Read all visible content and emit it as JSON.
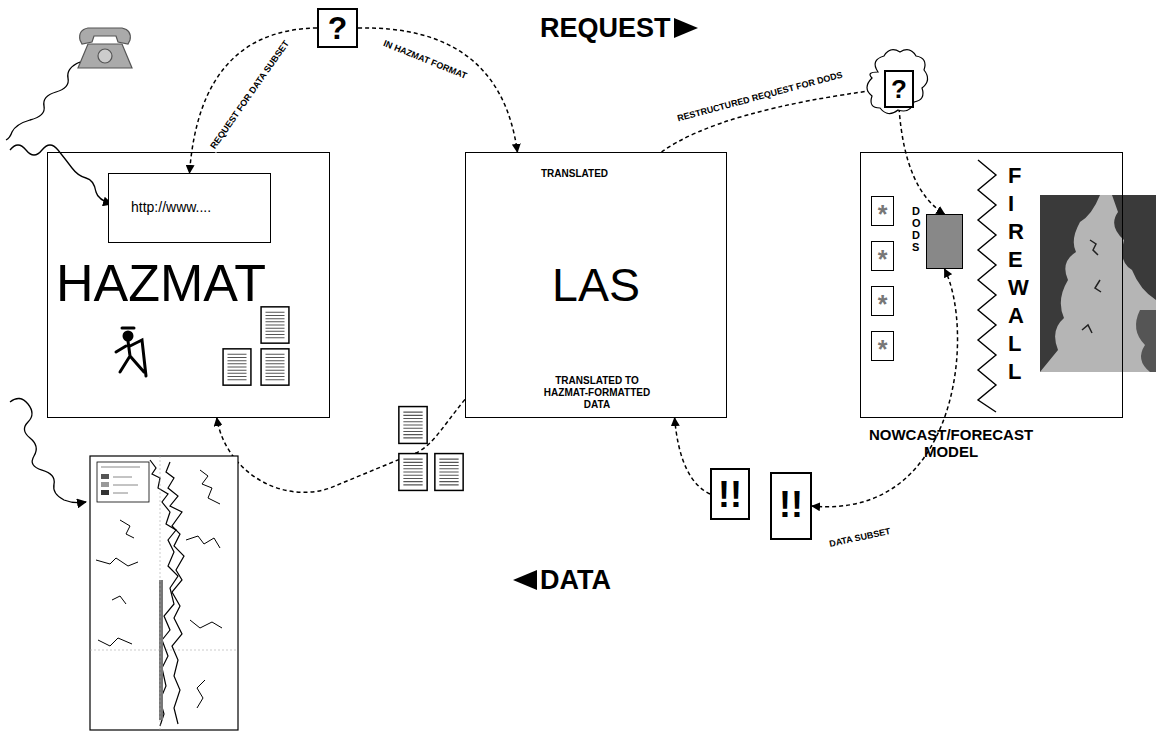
{
  "diagram": {
    "nodes": [
      {
        "text": [
          "HAZMAT"
        ]
      },
      {
        "text": [
          "http://www...."
        ],
        "in": 0
      },
      {
        "text": [
          "?"
        ]
      },
      {
        "text": [
          "LAS",
          "TRANSLATED",
          "TRANSLATED TO HAZMAT-FORMATTED DATA"
        ]
      },
      {
        "text": [
          "?"
        ]
      },
      {
        "text": [
          "NOWCAST/FORECAST MODEL"
        ]
      },
      {
        "text": [
          "*"
        ],
        "in": 5
      },
      {
        "text": [
          "*"
        ],
        "in": 5
      },
      {
        "text": [
          "*"
        ],
        "in": 5
      },
      {
        "text": [
          "*"
        ],
        "in": 5
      },
      {
        "text": [
          "DODS"
        ],
        "in": 5
      },
      {
        "text": [
          "!!"
        ]
      },
      {
        "text": [
          "!!"
        ]
      }
    ],
    "edges": [
      {
        "from": 2,
        "to": 1,
        "arrow": "to",
        "label": "REQUEST FOR DATA SUBSET"
      },
      {
        "from": 2,
        "to": 3,
        "arrow": "to",
        "label": "IN HAZMAT FORMAT"
      },
      {
        "from": 3,
        "to": 4,
        "arrow": "to",
        "label": "RESTRUCTURED REQUEST FOR DODS"
      },
      {
        "from": 4,
        "to": 10,
        "arrow": "to"
      },
      {
        "from": 10,
        "to": 12,
        "arrow": "both",
        "label": "DATA SUBSET"
      },
      {
        "from": 11,
        "to": 3,
        "arrow": "to"
      },
      {
        "from": 3,
        "to": 0,
        "arrow": "to"
      }
    ],
    "labels": [
      "REQUEST",
      "DATA",
      "FIREWALL"
    ]
  }
}
